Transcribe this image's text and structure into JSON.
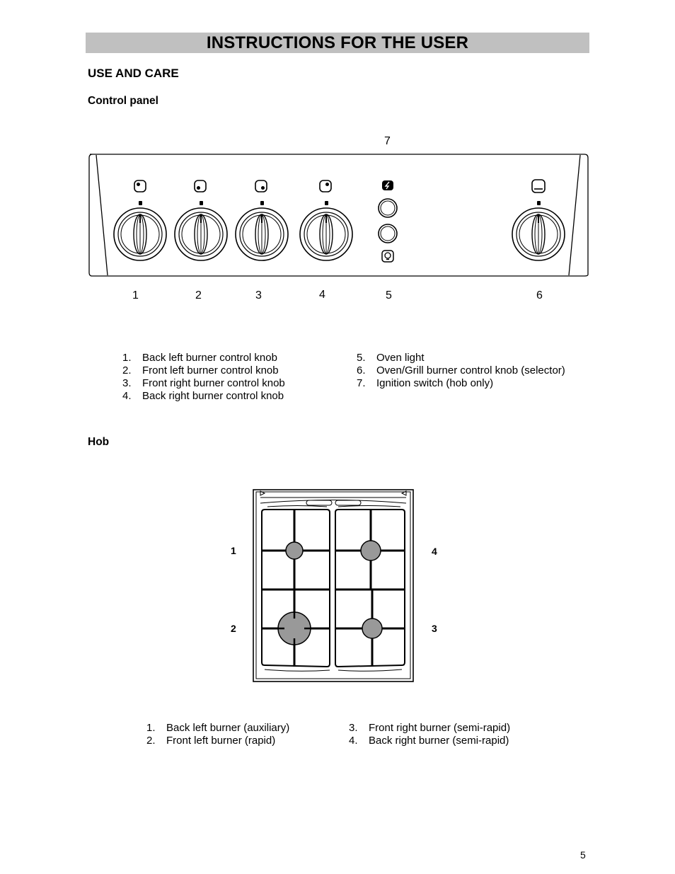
{
  "page": {
    "title": "INSTRUCTIONS FOR THE USER",
    "section": "USE AND CARE",
    "page_number": "5"
  },
  "control_panel": {
    "heading": "Control panel",
    "labels": {
      "k1": "1",
      "k2": "2",
      "k3": "3",
      "k4": "4",
      "k5": "5",
      "k6": "6",
      "k7": "7"
    },
    "legend_left": [
      {
        "num": "1.",
        "text": "Back left burner control knob"
      },
      {
        "num": "2.",
        "text": "Front left burner control knob"
      },
      {
        "num": "3.",
        "text": "Front right burner control knob"
      },
      {
        "num": "4.",
        "text": "Back right burner control knob"
      }
    ],
    "legend_right": [
      {
        "num": "5.",
        "text": "Oven light"
      },
      {
        "num": "6.",
        "text": "Oven/Grill burner control knob (selector)"
      },
      {
        "num": "7.",
        "text": "Ignition switch (hob only)"
      }
    ]
  },
  "hob": {
    "heading": "Hob",
    "labels": {
      "b1": "1",
      "b2": "2",
      "b3": "3",
      "b4": "4"
    },
    "legend_left": [
      {
        "num": "1.",
        "text": "Back left burner (auxiliary)"
      },
      {
        "num": "2.",
        "text": "Front left burner (rapid)"
      }
    ],
    "legend_right": [
      {
        "num": "3.",
        "text": "Front right burner (semi-rapid)"
      },
      {
        "num": "4.",
        "text": "Back right burner (semi-rapid)"
      }
    ]
  },
  "colors": {
    "title_bar": "#c0c0c0",
    "burner_fill": "#999999"
  }
}
